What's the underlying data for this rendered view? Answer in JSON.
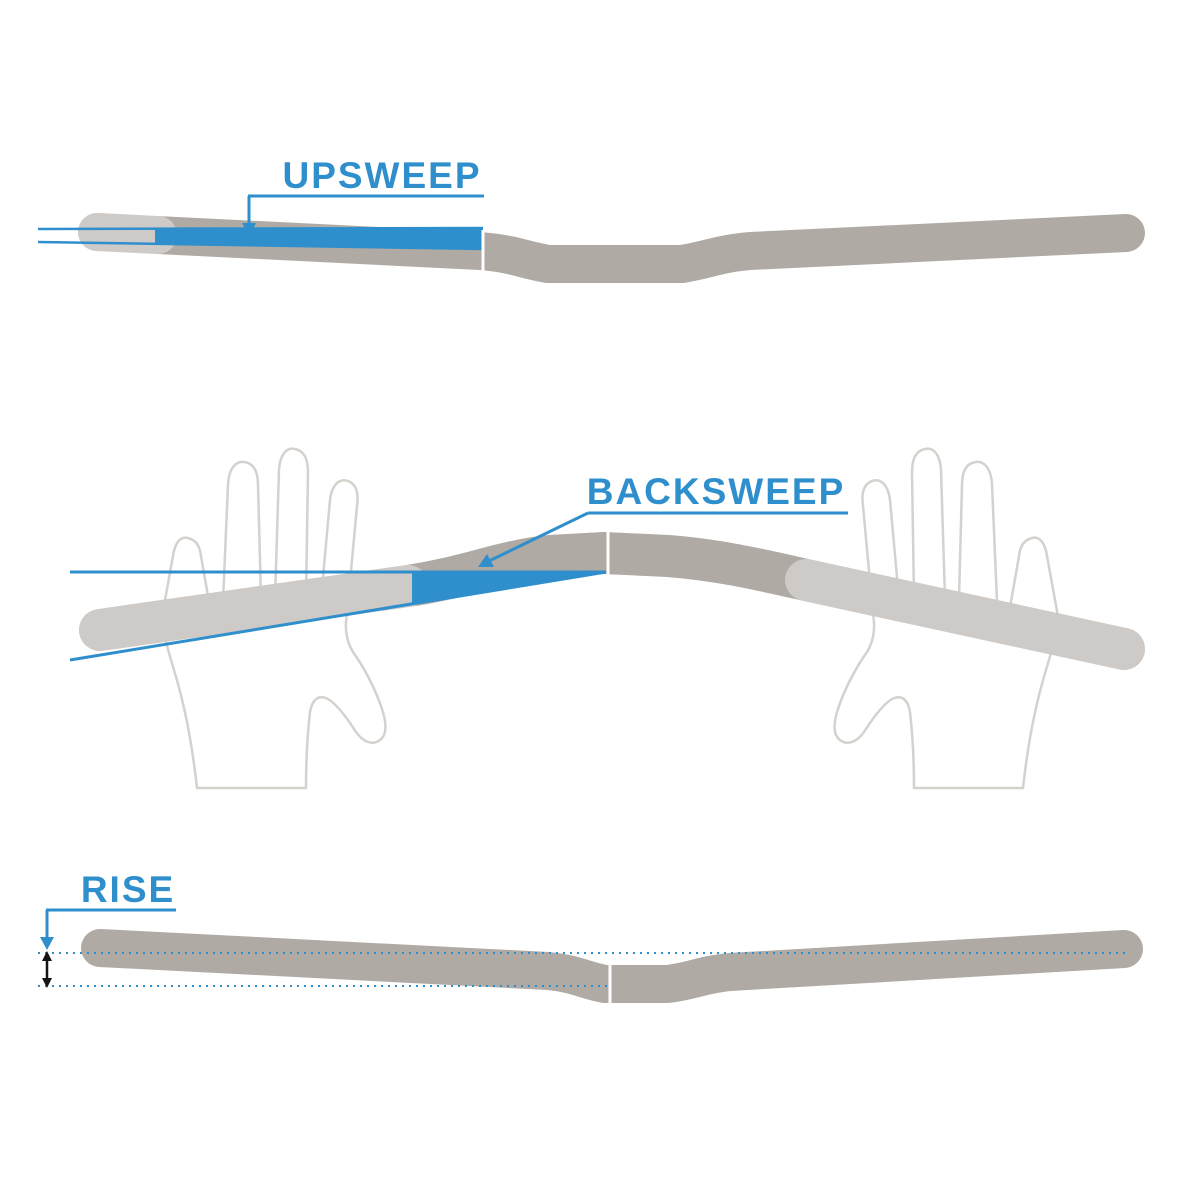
{
  "labels": {
    "upsweep": "UPSWEEP",
    "backsweep": "BACKSWEEP",
    "rise": "RISE"
  },
  "colors": {
    "accent_blue": "#2F8FCC",
    "bar_gray": "#B0AAA5",
    "grip_light_gray": "#CBC6C2",
    "hand_outline_gray": "#D5D1CD",
    "rise_measure_black": "#151515",
    "background": "#FFFFFF"
  }
}
